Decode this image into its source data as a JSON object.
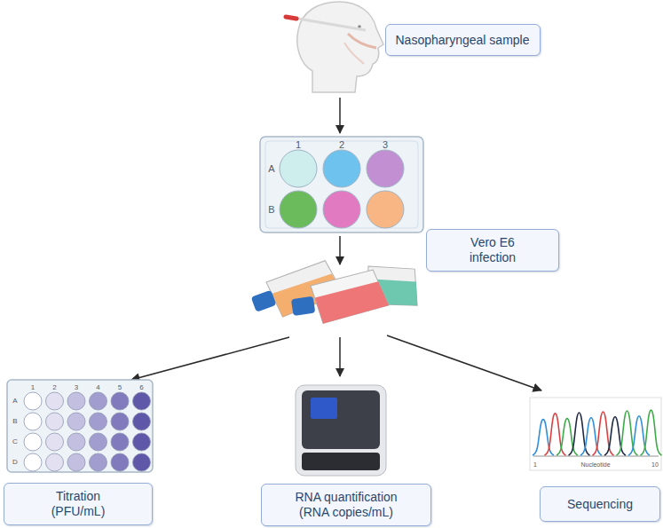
{
  "diagram": {
    "nodes": [
      {
        "text": [
          "Nasopharyngeal sample"
        ]
      },
      {
        "text": [
          "Vero E6 infection"
        ]
      },
      {
        "text": [
          "Titration (PFU/mL)"
        ]
      },
      {
        "text": [
          "RNA quantification (RNA copies/mL)"
        ]
      },
      {
        "text": [
          "Sequencing"
        ]
      }
    ],
    "labels": [
      "1",
      "2",
      "3",
      "A",
      "B",
      "1",
      "2",
      "3",
      "4",
      "5",
      "6",
      "A",
      "B",
      "C",
      "D",
      "1",
      "Nucleotide",
      "10"
    ]
  }
}
